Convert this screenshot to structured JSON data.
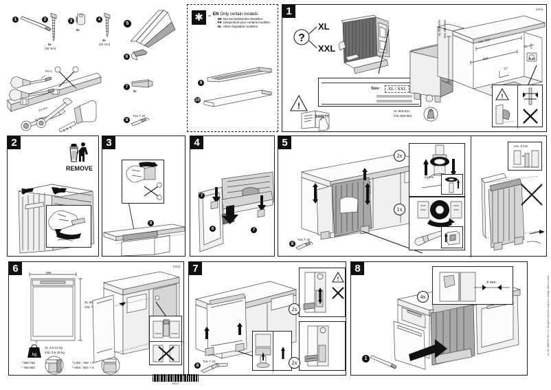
{
  "document": {
    "unit_label": "[mm]",
    "barcode_caption": "9001 0",
    "side_credit": "en, fra, 5885751 Rev. 0.0, All rights reserved, subject to change without notice"
  },
  "legend": {
    "symbol": "asterisk-star",
    "equals": "=",
    "rows": [
      {
        "lang": "EN",
        "text": "Only certain models."
      },
      {
        "lang": "DE",
        "text": "Nur bei bestimmten Modellen."
      },
      {
        "lang": "FR",
        "text": "Uniquement pour certains modèles."
      },
      {
        "lang": "NL",
        "text": "Alleen bepaalde modellen."
      }
    ]
  },
  "parts": {
    "title": "parts-and-tools",
    "items": [
      {
        "id": "1",
        "name": "mounting-bracket-strip",
        "qty": "",
        "note": ""
      },
      {
        "id": "2",
        "name": "long-screw",
        "qty": "6x",
        "note": "(38 mm)"
      },
      {
        "id": "3",
        "name": "spacer-bushing",
        "qty": "6x",
        "note": ""
      },
      {
        "id": "4",
        "name": "short-screw",
        "qty": "4x",
        "note": "(20 mm)"
      },
      {
        "id": "5",
        "name": "adhesive-condensation-strip",
        "qty": "",
        "note": ""
      },
      {
        "id": "6",
        "name": "plastic-clip",
        "qty": "",
        "note": ""
      },
      {
        "id": "7",
        "name": "side-rail-block",
        "qty": "2x",
        "note": ""
      },
      {
        "id": "8",
        "name": "torx-bit",
        "qty": "",
        "note": "Torx T 20"
      },
      {
        "id": "9",
        "name": "template-strip",
        "qty": "",
        "note": ""
      },
      {
        "id": "10",
        "name": "foam-seal-strip",
        "qty": "",
        "note": ""
      }
    ],
    "tools": [
      {
        "name": "screwdriver-ph2",
        "label": "PH 2"
      },
      {
        "name": "scissors",
        "label": ""
      },
      {
        "name": "spirit-level",
        "label": ""
      },
      {
        "name": "wrench-24mm",
        "label": "24 mm"
      },
      {
        "name": "wrench-16mm",
        "label": "16 mm"
      },
      {
        "name": "tape-measure",
        "label": ""
      }
    ],
    "footer_note": {
      "bullet": "8",
      "text": "Torx T 20"
    }
  },
  "steps": [
    {
      "number": "1",
      "name": "identify-model-size",
      "question_mark": "?",
      "options": [
        "XL",
        "XXL"
      ],
      "rating_plate": {
        "size_label": "Size:",
        "size_value": "XL / XXL",
        "field_rows": [
          "",
          ""
        ]
      },
      "safety_book": "SAFETY",
      "model_notes": [
        "XL  820-821",
        "XXL  880-901"
      ],
      "niche_dims": {
        "height_xl": "XL  820-875",
        "height_xxl": "XXL  880-925",
        "depth_min": "min. 550",
        "width": "600",
        "angle": "15°",
        "gap": "50",
        "hole": "Ø 35"
      },
      "unit": "[mm]"
    },
    {
      "number": "2",
      "name": "remove-transport-protection",
      "label": "REMOVE",
      "icon": "disposal-bin-icon"
    },
    {
      "number": "3",
      "name": "cut-and-apply-strip",
      "part_bullet": "9",
      "tool_icon": "scissors-icon"
    },
    {
      "number": "4",
      "name": "fit-side-rails-and-clip",
      "part_bullets": [
        "7",
        "6",
        "7"
      ]
    },
    {
      "number": "5",
      "name": "level-and-adjust-feet",
      "qty_top": "2x",
      "qty_bottom": "1x",
      "min_gap": "min. 5 mm",
      "tool_note": {
        "bullet": "8",
        "text": "Torx T 20"
      },
      "foot_note": "44 mm"
    },
    {
      "number": "6",
      "name": "door-panel-dimensions",
      "unit": "[mm]",
      "width": "596",
      "heights": [
        "XL  680-760  *",
        "XXL  760-800 *"
      ],
      "weights": [
        "XL  3.5-12 kg",
        "XXL  3.5-18 kg"
      ],
      "weight_icon": "weight-kg-icon",
      "ref_left": [
        "* 680-760",
        "* 760-800"
      ],
      "ref_right": [
        "*>760 : 760 + X",
        "*>800 : 800 + X"
      ],
      "x_label": "X"
    },
    {
      "number": "7",
      "name": "mount-door-panel",
      "qty_upper": "2x",
      "qty_lower": "2x",
      "tool_note": {
        "bullet": "8",
        "text": "Torx T 20"
      }
    },
    {
      "number": "8",
      "name": "slide-in-and-secure",
      "qty": "4x",
      "gap": "4 mm",
      "part_bullet": "1"
    }
  ]
}
